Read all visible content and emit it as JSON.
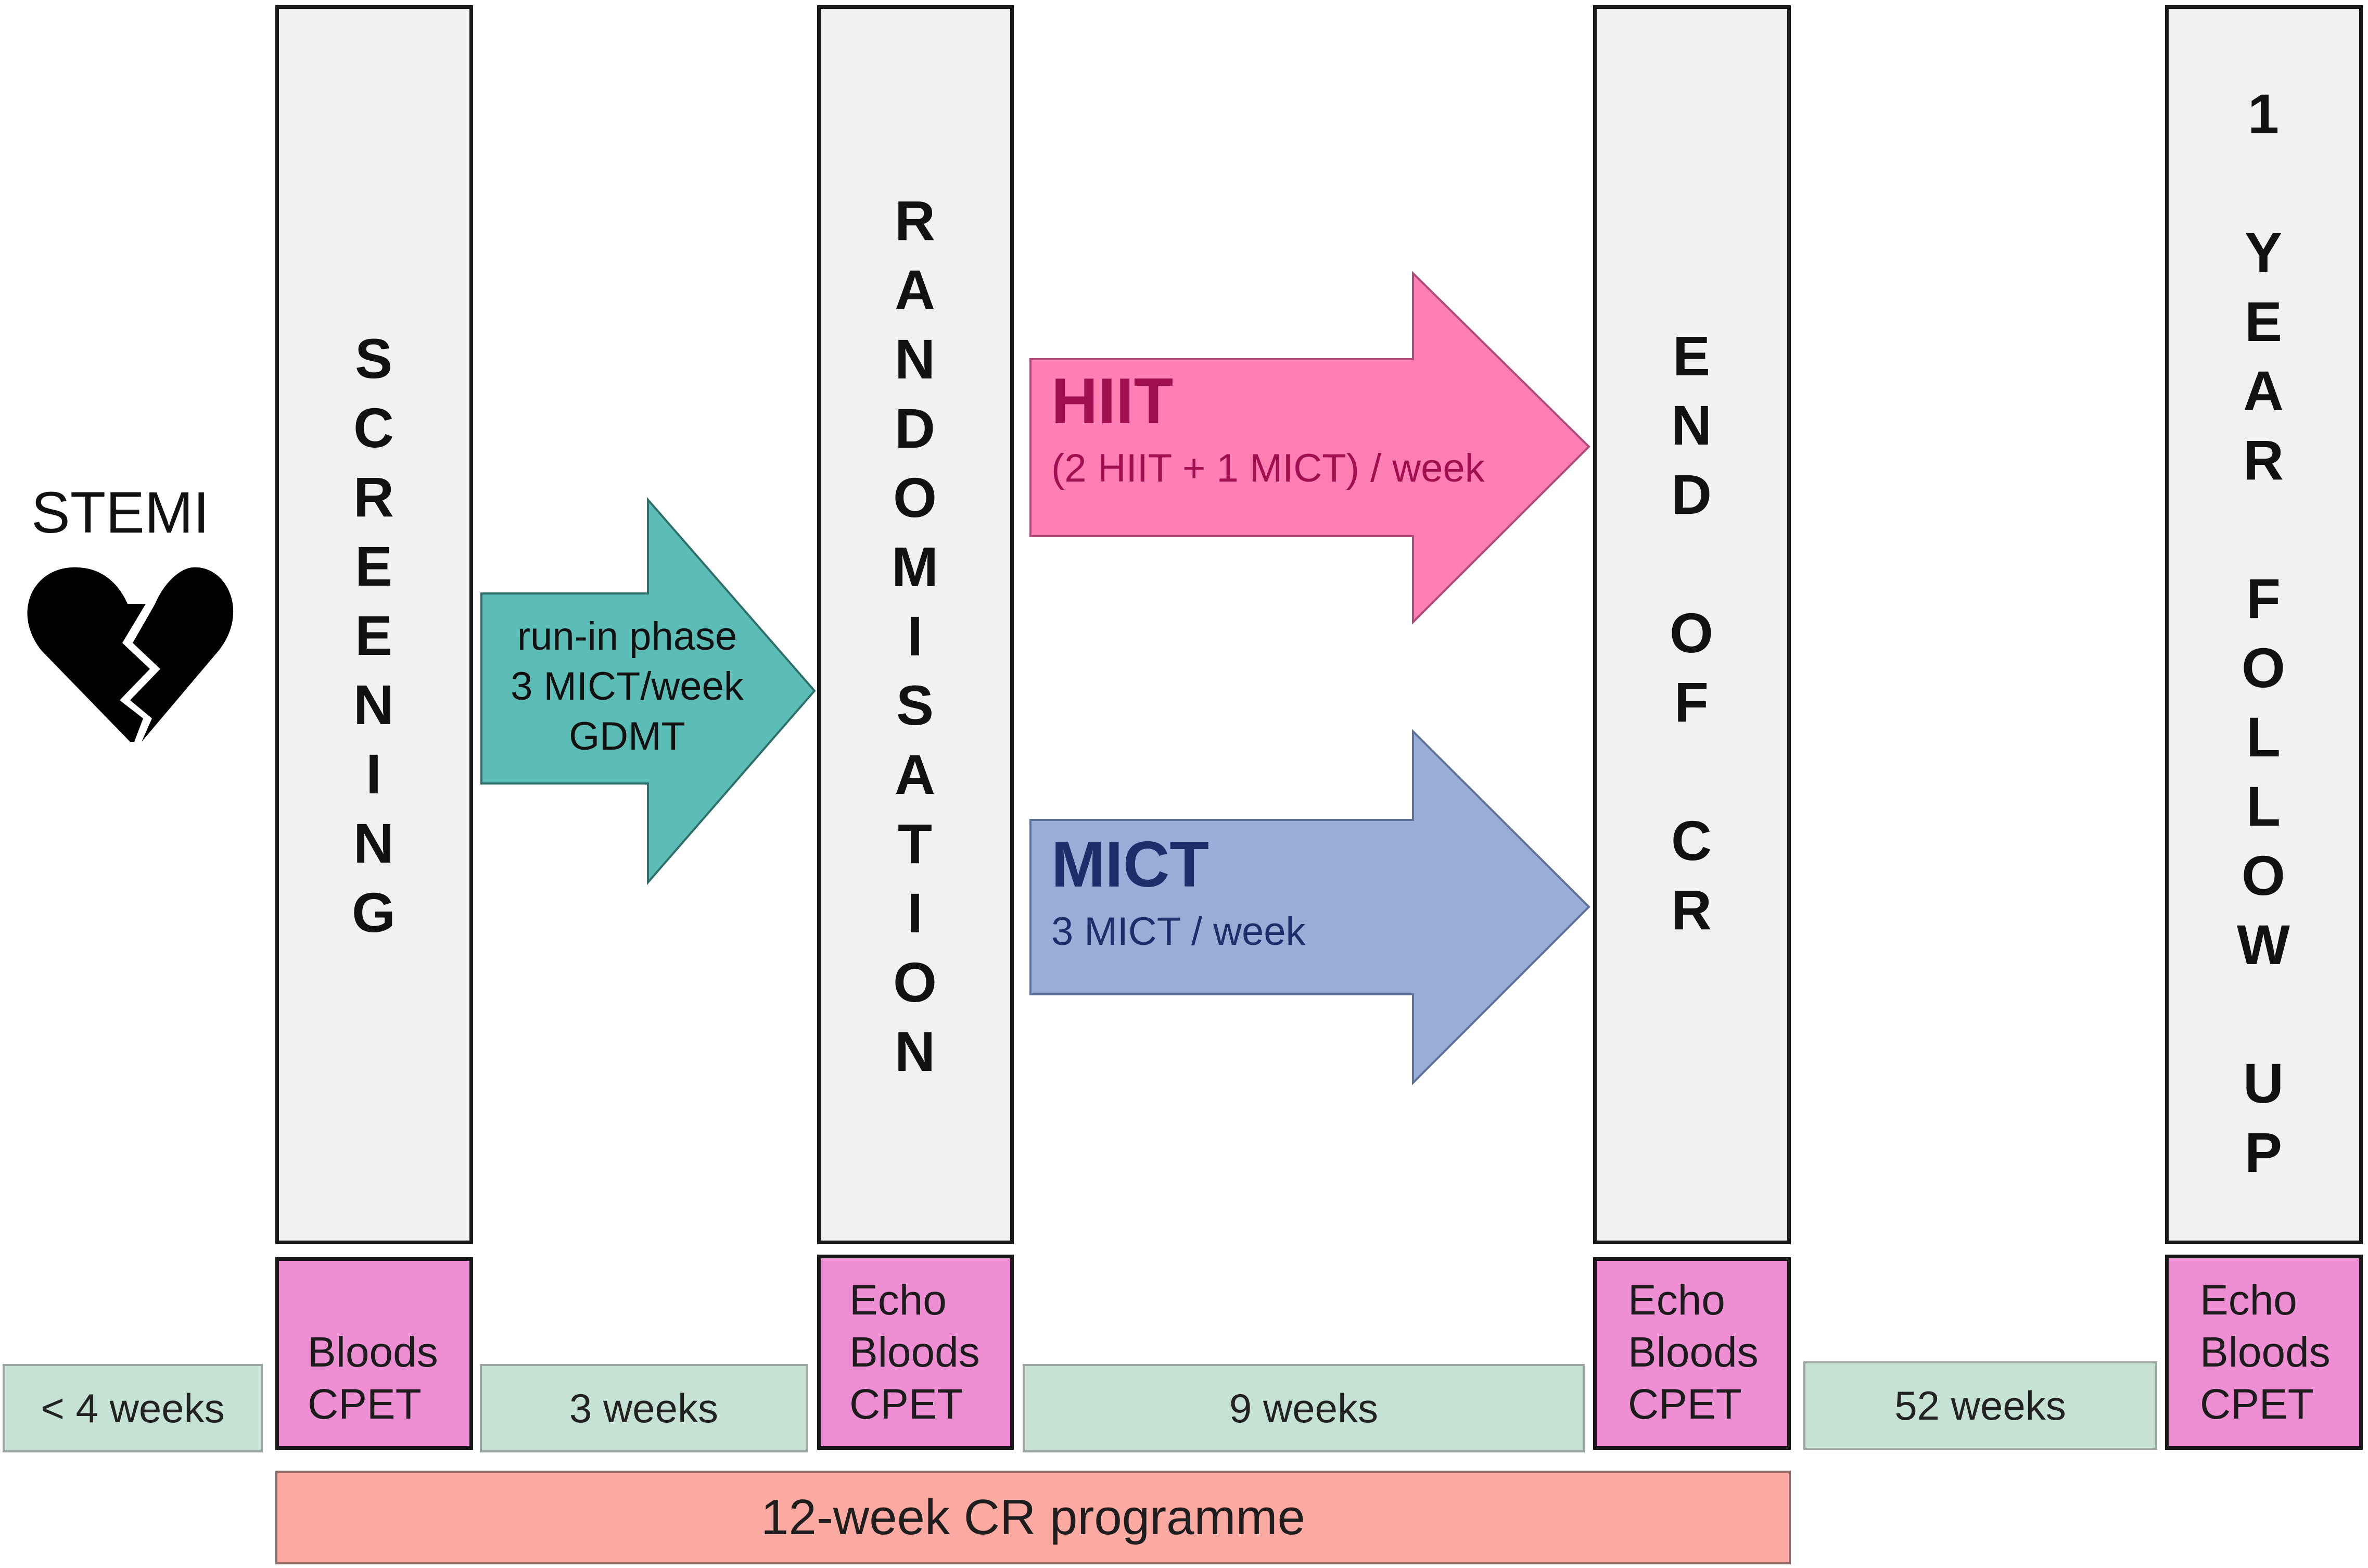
{
  "event": {
    "label": "STEMI",
    "icon": "broken-heart-icon"
  },
  "columns": {
    "screening": {
      "letters": [
        "S",
        "C",
        "R",
        "E",
        "E",
        "N",
        "I",
        "N",
        "G"
      ]
    },
    "randomisation": {
      "letters": [
        "R",
        "A",
        "N",
        "D",
        "O",
        "M",
        "I",
        "S",
        "A",
        "T",
        "I",
        "O",
        "N"
      ]
    },
    "end_of_cr": {
      "letters": [
        "E",
        "N",
        "D",
        "",
        "O",
        "F",
        "",
        "C",
        "R"
      ]
    },
    "follow_up": {
      "letters": [
        "1",
        "",
        "Y",
        "E",
        "A",
        "R",
        "",
        "F",
        "O",
        "L",
        "L",
        "O",
        "W",
        "",
        "U",
        "P"
      ]
    }
  },
  "arrows": {
    "run_in": {
      "lines": [
        "run-in phase",
        "3 MICT/week",
        "GDMT"
      ],
      "color": "#5bbdb5"
    },
    "hiit": {
      "title": "HIIT",
      "subtitle": "(2 HIIT + 1 MICT) / week",
      "color": "#ff7fb5",
      "text_color": "#a01050"
    },
    "mict": {
      "title": "MICT",
      "subtitle": "3 MICT / week",
      "color": "#9aadd6",
      "text_color": "#1f2d6a"
    }
  },
  "assessments": {
    "screening": [
      "Bloods",
      "CPET"
    ],
    "randomisation": [
      "Echo",
      "Bloods",
      "CPET"
    ],
    "end_of_cr": [
      "Echo",
      "Bloods",
      "CPET"
    ],
    "follow_up": [
      "Echo",
      "Bloods",
      "CPET"
    ]
  },
  "durations": {
    "pre_screening": "< 4 weeks",
    "run_in": "3 weeks",
    "intervention": "9 weeks",
    "follow_up": "52 weeks"
  },
  "programme": {
    "label": "12-week CR programme"
  },
  "colors": {
    "column_fill": "#f1f1f1",
    "assessment_fill": "#ee8fd4",
    "duration_fill": "#c6e2d4",
    "programme_fill": "#fcaaa2"
  }
}
